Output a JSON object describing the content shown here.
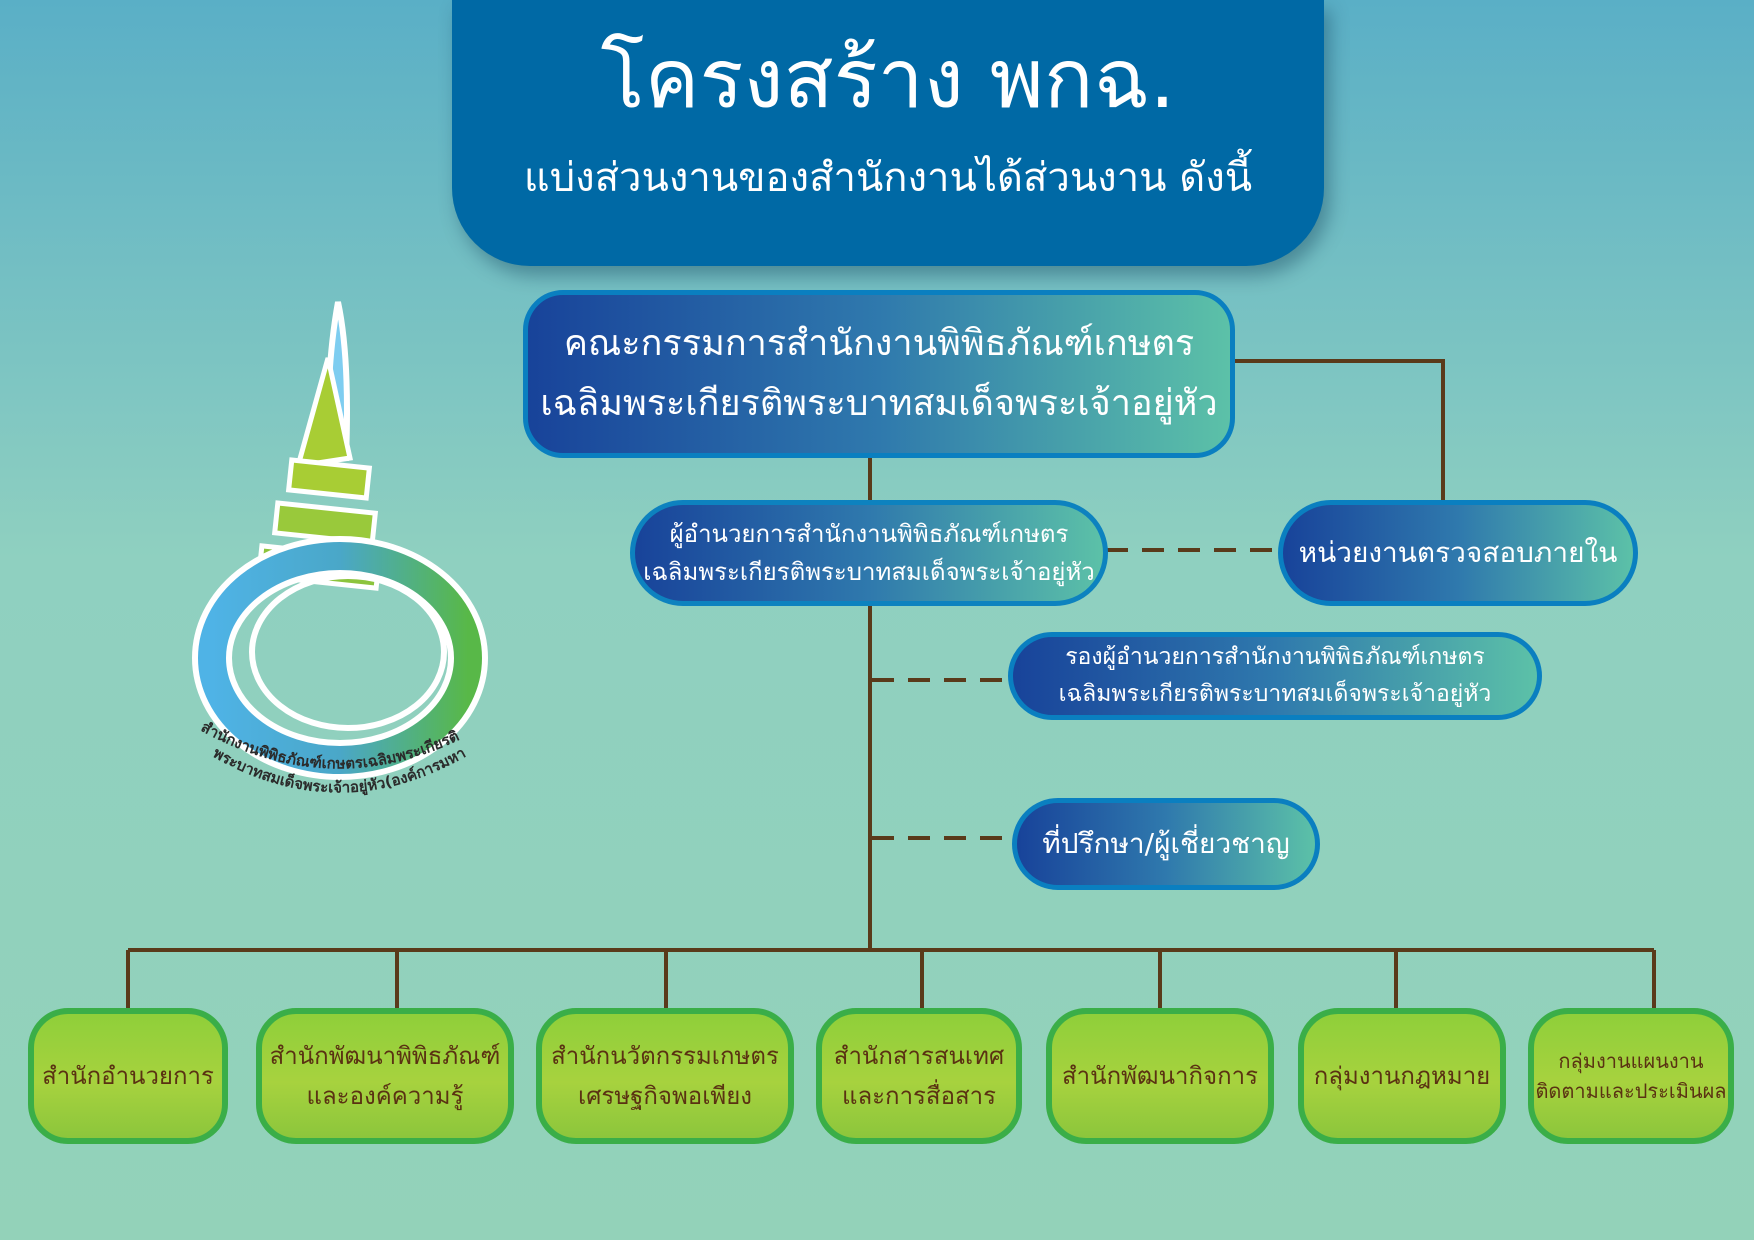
{
  "header": {
    "title": "โครงสร้าง พกฉ.",
    "subtitle": "แบ่งส่วนงานของสำนักงานได้ส่วนงาน ดังนี้"
  },
  "logo": {
    "text_line1": "สำนักงานพิพิธภัณฑ์เกษตรเฉลิมพระเกียรติ",
    "text_line2": "พระบาทสมเด็จพระเจ้าอยู่หัว(องค์การมหาชน)"
  },
  "org": {
    "board": {
      "line1": "คณะกรรมการสำนักงานพิพิธภัณฑ์เกษตร",
      "line2": "เฉลิมพระเกียรติพระบาทสมเด็จพระเจ้าอยู่หัว"
    },
    "director": {
      "line1": "ผู้อำนวยการสำนักงานพิพิธภัณฑ์เกษตร",
      "line2": "เฉลิมพระเกียรติพระบาทสมเด็จพระเจ้าอยู่หัว"
    },
    "internal_audit": "หน่วยงานตรวจสอบภายใน",
    "deputy": {
      "line1": "รองผู้อำนวยการสำนักงานพิพิธภัณฑ์เกษตร",
      "line2": "เฉลิมพระเกียรติพระบาทสมเด็จพระเจ้าอยู่หัว"
    },
    "advisor": "ที่ปรึกษา/ผู้เชี่ยวชาญ",
    "units": [
      {
        "line1": "สำนักอำนวยการ",
        "line2": ""
      },
      {
        "line1": "สำนักพัฒนาพิพิธภัณฑ์",
        "line2": "และองค์ความรู้"
      },
      {
        "line1": "สำนักนวัตกรรมเกษตร",
        "line2": "เศรษฐกิจพอเพียง"
      },
      {
        "line1": "สำนักสารสนเทศ",
        "line2": "และการสื่อสาร"
      },
      {
        "line1": "สำนักพัฒนากิจการ",
        "line2": ""
      },
      {
        "line1": "กลุ่มงานกฎหมาย",
        "line2": ""
      },
      {
        "line1": "กลุ่มงานแผนงาน",
        "line2": "ติดตามและประเมินผล"
      }
    ]
  },
  "colors": {
    "connector": "#5a3a1a",
    "header_bg": "#0069a5",
    "unit_border": "#3aae48",
    "unit_text": "#5a3212"
  }
}
